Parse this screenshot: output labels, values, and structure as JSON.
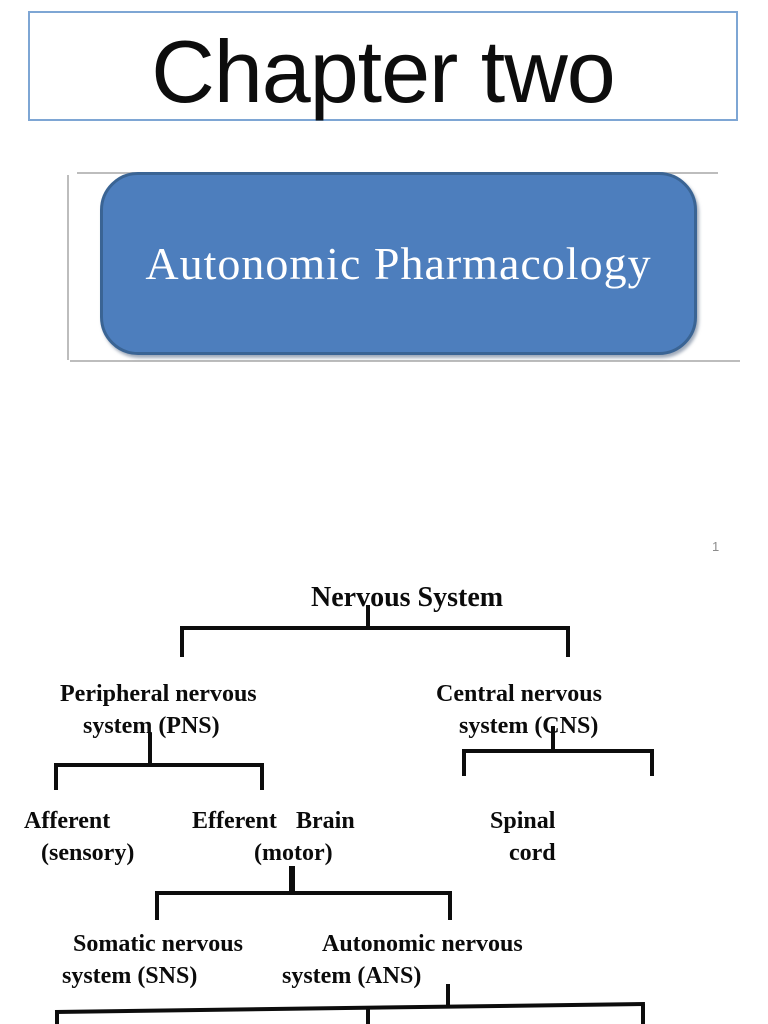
{
  "page": {
    "number": "1"
  },
  "slide1": {
    "title": "Chapter two",
    "banner": "Autonomic Pharmacology"
  },
  "slide2": {
    "diagram": {
      "root": "Nervous System",
      "pns_line1": "Peripheral nervous",
      "pns_line2": "system (PNS)",
      "cns_line1": "Central nervous",
      "cns_line2": "system (CNS)",
      "afferent": "Afferent",
      "afferent_sub": "(sensory)",
      "efferent": "Efferent",
      "brain": "Brain",
      "efferent_sub": "(motor)",
      "spinal_line1": "Spinal",
      "spinal_line2": "cord",
      "sns_line1": "Somatic nervous",
      "sns_line2": "system (SNS)",
      "ans_line1": "Autonomic nervous",
      "ans_line2": "system (ANS)"
    }
  },
  "colors": {
    "banner_fill": "#4d7ebd",
    "banner_border": "#3a6494",
    "title_box_border": "#7ea6d4",
    "frame_line": "#bdbdbd",
    "diagram_line": "#0d0d0d",
    "page_number": "#8c8c8c"
  }
}
